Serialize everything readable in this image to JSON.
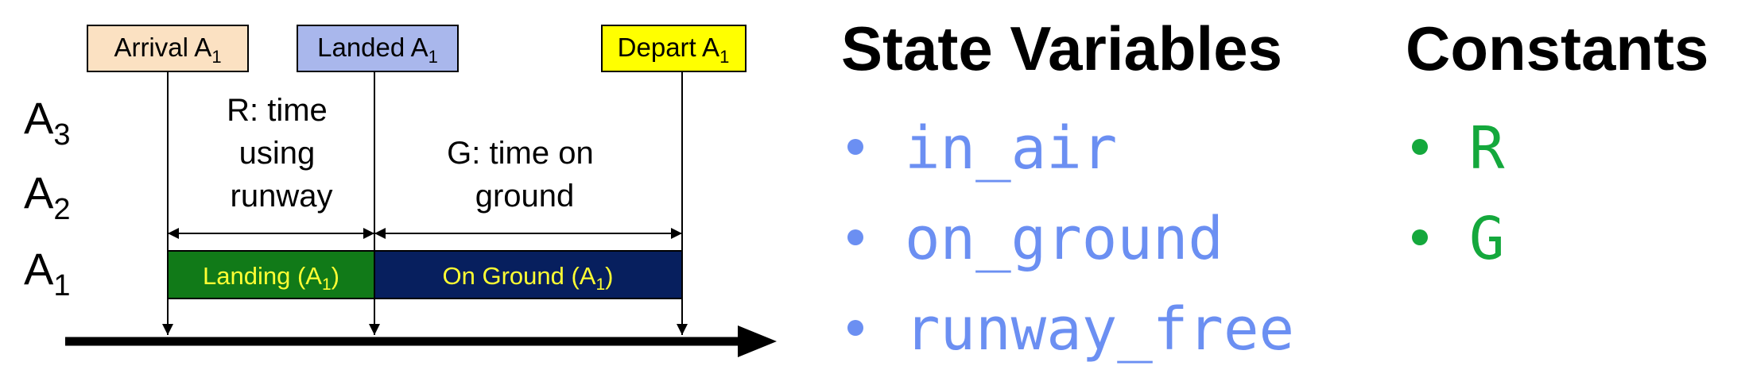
{
  "timeline": {
    "rows": [
      {
        "label": "A",
        "sub": "3"
      },
      {
        "label": "A",
        "sub": "2"
      },
      {
        "label": "A",
        "sub": "1"
      }
    ],
    "events": {
      "arrival": {
        "label": "Arrival A",
        "sub": "1",
        "fill": "#fbe1c2"
      },
      "landed": {
        "label": "Landed A",
        "sub": "1",
        "fill": "#a9b7ec"
      },
      "depart": {
        "label": "Depart A",
        "sub": "1",
        "fill": "#ffff00"
      }
    },
    "intervals": {
      "runway": {
        "lines": [
          "R: time",
          "using",
          "runway"
        ]
      },
      "ground": {
        "lines": [
          "G: time on",
          "ground"
        ]
      }
    },
    "bars": {
      "landing": {
        "label": "Landing (A",
        "sub": "1",
        "close": ")",
        "fill": "#117a18",
        "text_color": "#ffff33"
      },
      "on_ground": {
        "label": "On Ground (A",
        "sub": "1",
        "close": ")",
        "fill": "#071f5e",
        "text_color": "#ffff33"
      }
    }
  },
  "state_variables": {
    "title": "State Variables",
    "color": "#6b8ff2",
    "items": [
      "in_air",
      "on_ground",
      "runway_free"
    ]
  },
  "constants": {
    "title": "Constants",
    "color": "#14a83c",
    "items": [
      "R",
      "G"
    ]
  }
}
